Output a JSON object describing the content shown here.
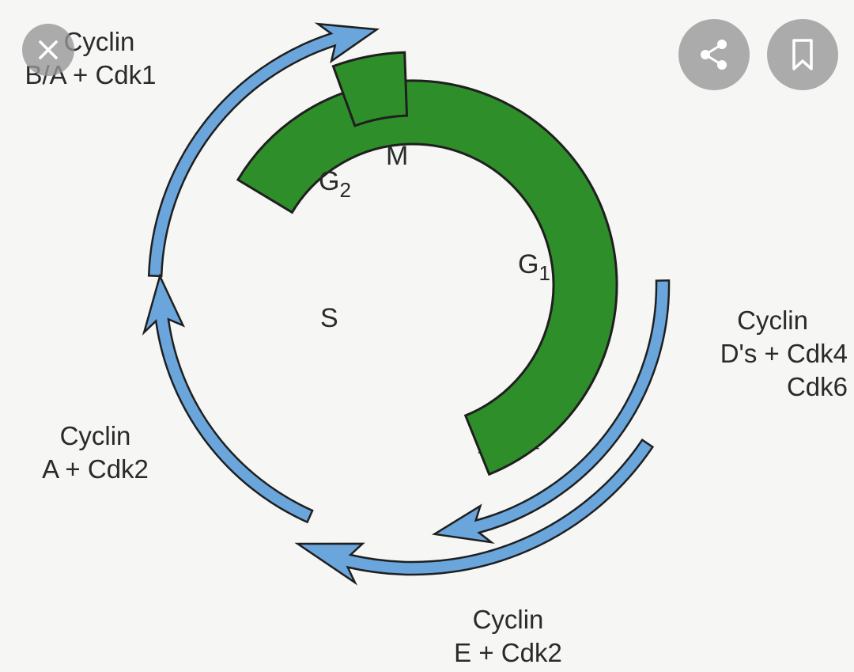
{
  "toolbar": {
    "close_icon": "close-icon",
    "share_icon": "share-icon",
    "bookmark_icon": "bookmark-icon"
  },
  "colors": {
    "phase_green": "#2e8f2a",
    "phase_yellow": "#f7c81a",
    "cyclin_blue": "#6aa5dc",
    "outline": "#1f1f1f",
    "button_gray": "#969696"
  },
  "diagram": {
    "phases": {
      "m": "M",
      "s": "S",
      "g1": {
        "letter": "G",
        "sub": "1"
      },
      "g2": {
        "letter": "G",
        "sub": "2"
      }
    },
    "cyclin_labels": {
      "b_a": {
        "line1": "Cyclin",
        "line2": "B/A + Cdk1"
      },
      "a": {
        "line1": "Cyclin",
        "line2": "A + Cdk2"
      },
      "e": {
        "line1": "Cyclin",
        "line2": "E + Cdk2"
      },
      "d": {
        "line1": "Cyclin",
        "line2": "D's + Cdk4",
        "line3": "Cdk6"
      }
    }
  }
}
